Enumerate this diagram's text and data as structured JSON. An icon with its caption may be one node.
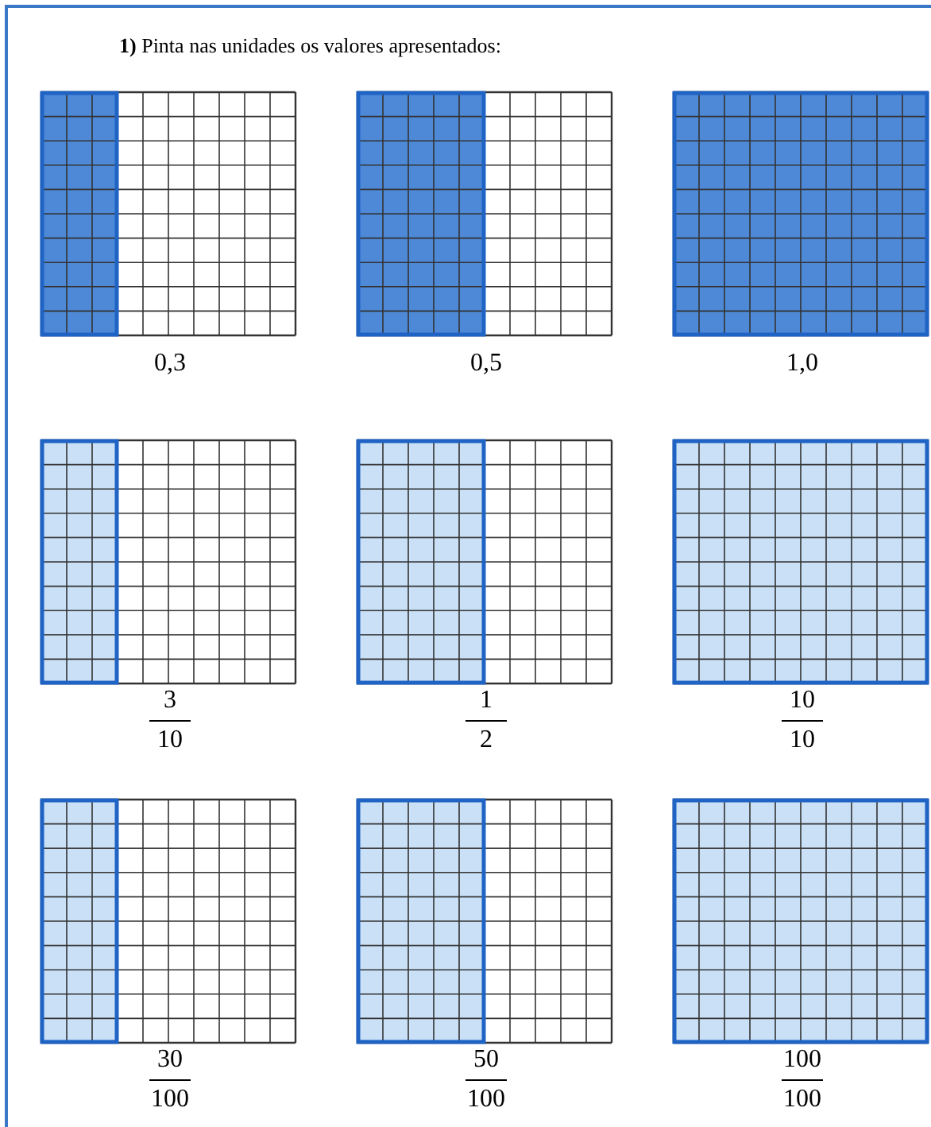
{
  "diagram": {
    "title": "**1)** Pinta nas unidades os valores apresentados:",
    "labels": [
      "0,3",
      "0,5",
      "1,0",
      "3",
      "10",
      "1",
      "2",
      "10",
      "10",
      "30",
      "100",
      "50",
      "100",
      "100",
      "100"
    ]
  }
}
